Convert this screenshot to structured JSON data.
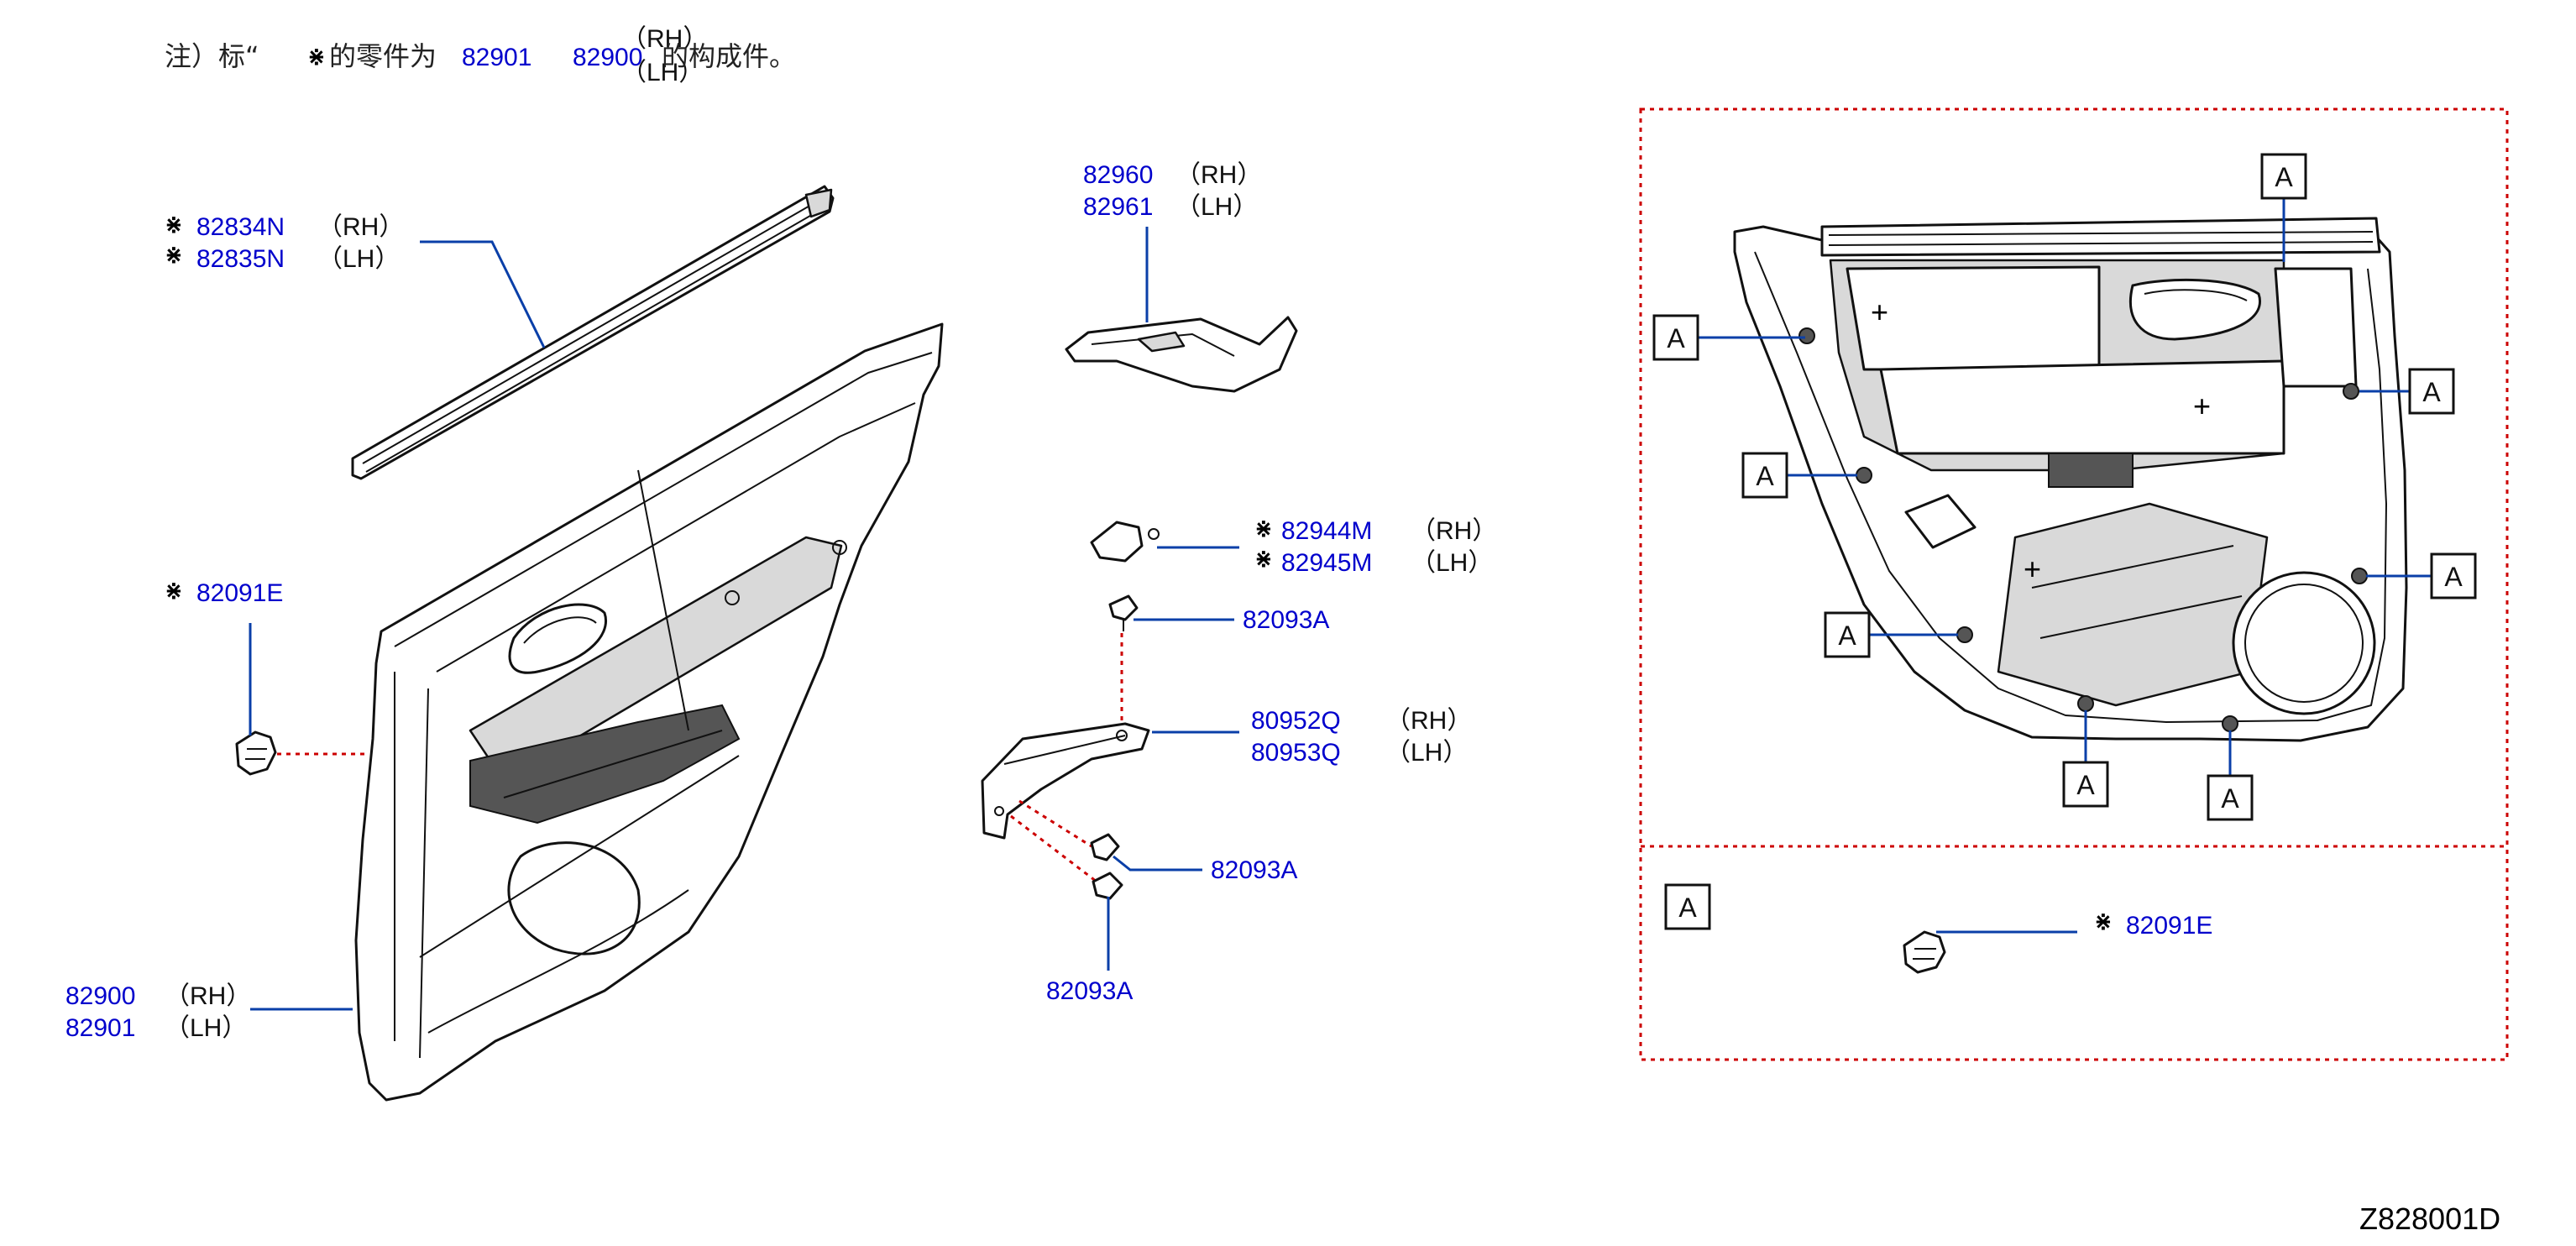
{
  "note": {
    "prefix": "注）标“",
    "mark": "⋇",
    "middle": "的零件为",
    "part_a": "82901",
    "part_b": "82900",
    "rh": "（RH）",
    "lh": "（LH）",
    "suffix": "的构成件。"
  },
  "callouts": {
    "moulding": {
      "mark": "⋇",
      "rh_part": "82834N",
      "rh": "（RH）",
      "lh_part": "82835N",
      "lh": "（LH）"
    },
    "finisher": {
      "rh_part": "82960",
      "rh": "（RH）",
      "lh_part": "82961",
      "lh": "（LH）"
    },
    "cover": {
      "mark": "⋇",
      "rh_part": "82944M",
      "rh": "（RH）",
      "lh_part": "82945M",
      "lh": "（LH）"
    },
    "clip_left": {
      "mark": "⋇",
      "part": "82091E"
    },
    "screw_top": {
      "part": "82093A"
    },
    "bracket": {
      "rh_part": "80952Q",
      "rh": "（RH）",
      "lh_part": "80953Q",
      "lh": "（LH）"
    },
    "screw_mid": {
      "part": "82093A"
    },
    "screw_bottom": {
      "part": "82093A"
    },
    "trim": {
      "rh_part": "82900",
      "rh": "（RH）",
      "lh_part": "82901",
      "lh": "（LH）"
    },
    "clip_detail": {
      "mark": "⋇",
      "part": "82091E"
    }
  },
  "detail": {
    "marker": "A",
    "legend_marker": "A"
  },
  "diagram_code": "Z828001D",
  "colors": {
    "part_number": "#0000cc",
    "leader": "#0a3fa8",
    "dashed": "#cc0000"
  }
}
